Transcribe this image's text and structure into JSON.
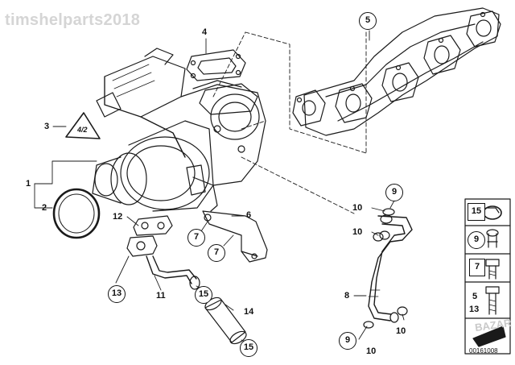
{
  "watermark": "timshelparts2018",
  "stamp": "BAZAR",
  "document_number": "00161008",
  "triangle_label": "4/2",
  "labels": {
    "p1": "1",
    "p2": "2",
    "p3": "3",
    "p4": "4",
    "p5": "5",
    "p6": "6",
    "p7a": "7",
    "p7b": "7",
    "p8": "8",
    "p9a": "9",
    "p9b": "9",
    "p10a": "10",
    "p10b": "10",
    "p10c": "10",
    "p10d": "10",
    "p11": "11",
    "p12": "12",
    "p13": "13",
    "p14": "14",
    "p15a": "15",
    "p15b": "15"
  },
  "legend": {
    "items": [
      {
        "label": "15",
        "style": "boxed"
      },
      {
        "label": "9",
        "style": "circled"
      },
      {
        "label": "7",
        "style": "boxed"
      },
      {
        "label": "5",
        "style": "plain"
      },
      {
        "label": "13",
        "style": "plain"
      }
    ]
  }
}
